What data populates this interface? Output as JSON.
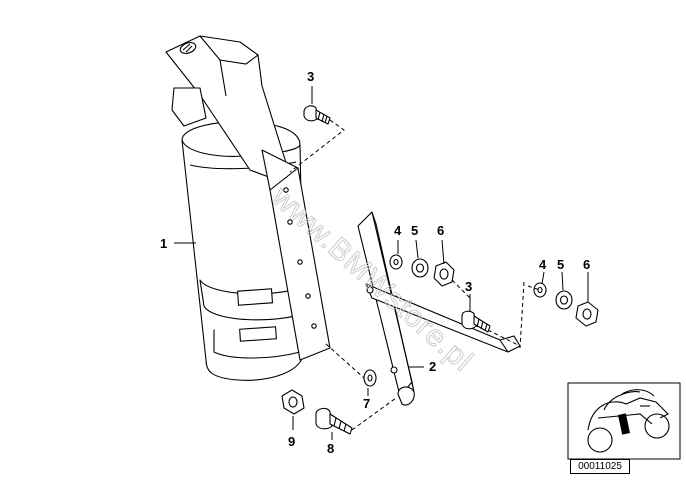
{
  "watermark": "www.BMWstore.pl",
  "diagram_code": "00011025",
  "callouts": {
    "c1": "1",
    "c2": "2",
    "c3a": "3",
    "c3b": "3",
    "c4a": "4",
    "c5a": "5",
    "c6a": "6",
    "c4b": "4",
    "c5b": "5",
    "c6b": "6",
    "c7": "7",
    "c8": "8",
    "c9": "9"
  },
  "icons": {
    "extinguisher": "fire-extinguisher-icon",
    "motorcycle": "motorcycle-thumbnail-icon"
  }
}
